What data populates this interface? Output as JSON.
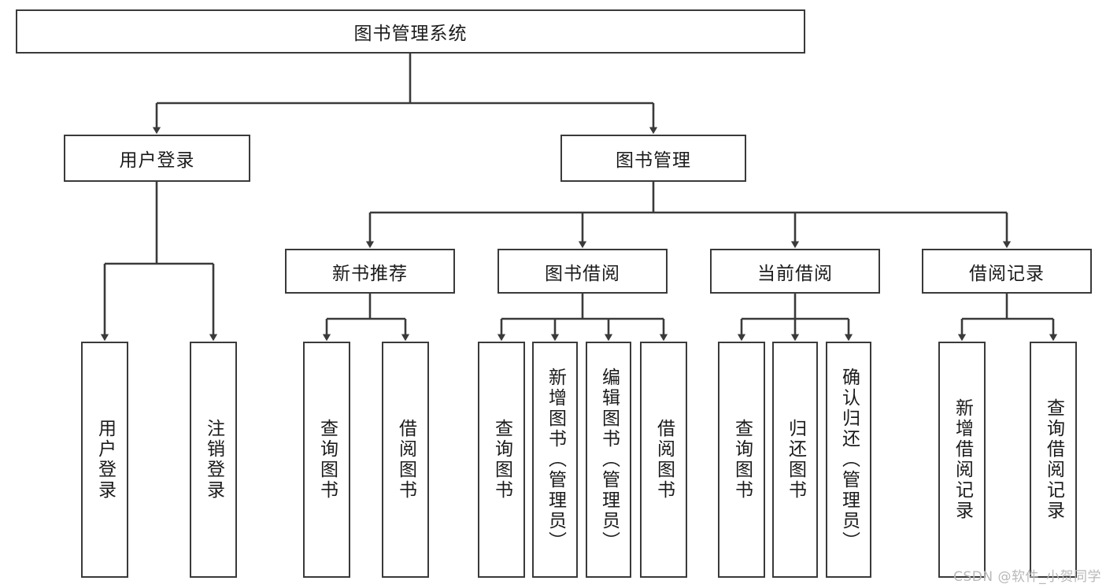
{
  "diagram": {
    "title": "图书管理系统",
    "type": "tree",
    "watermark": "CSDN @软件_小贺同学",
    "colors": {
      "stroke": "#3a3a3a",
      "fill": "#ffffff",
      "text": "#1b1b1b",
      "watermark": "#b8b8b8"
    }
  },
  "root": {
    "label": "图书管理系统"
  },
  "level2": [
    {
      "id": "user-login",
      "label": "用户登录"
    },
    {
      "id": "book-manage",
      "label": "图书管理"
    }
  ],
  "level3": [
    {
      "id": "new-book-recommend",
      "label": "新书推荐",
      "parent": "book-manage"
    },
    {
      "id": "book-borrow",
      "label": "图书借阅",
      "parent": "book-manage"
    },
    {
      "id": "current-borrow",
      "label": "当前借阅",
      "parent": "book-manage"
    },
    {
      "id": "borrow-record",
      "label": "借阅记录",
      "parent": "book-manage"
    }
  ],
  "leaves": [
    {
      "id": "leaf-user-login",
      "label": "用户登录",
      "parent": "user-login"
    },
    {
      "id": "leaf-logout-login",
      "label": "注销登录",
      "parent": "user-login"
    },
    {
      "id": "leaf-query-book-1",
      "label": "查询图书",
      "parent": "new-book-recommend"
    },
    {
      "id": "leaf-borrow-book-1",
      "label": "借阅图书",
      "parent": "new-book-recommend"
    },
    {
      "id": "leaf-query-book-2",
      "label": "查询图书",
      "parent": "book-borrow"
    },
    {
      "id": "leaf-add-book",
      "label": "新增图书（管理员）",
      "parent": "book-borrow"
    },
    {
      "id": "leaf-edit-book",
      "label": "编辑图书（管理员）",
      "parent": "book-borrow"
    },
    {
      "id": "leaf-borrow-book-2",
      "label": "借阅图书",
      "parent": "book-borrow"
    },
    {
      "id": "leaf-query-book-3",
      "label": "查询图书",
      "parent": "current-borrow"
    },
    {
      "id": "leaf-return-book",
      "label": "归还图书",
      "parent": "current-borrow"
    },
    {
      "id": "leaf-confirm-return",
      "label": "确认归还（管理员）",
      "parent": "current-borrow"
    },
    {
      "id": "leaf-add-record",
      "label": "新增借阅记录",
      "parent": "borrow-record"
    },
    {
      "id": "leaf-query-record",
      "label": "查询借阅记录",
      "parent": "borrow-record"
    }
  ]
}
